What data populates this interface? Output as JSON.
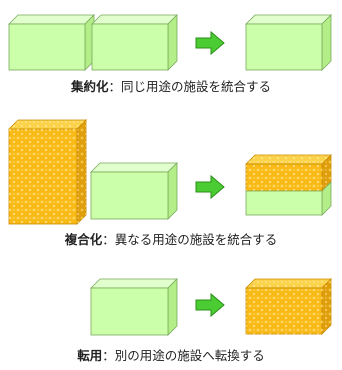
{
  "rows": [
    {
      "term": "集約化",
      "separator": "：",
      "description": "同じ用途の施設を統合する"
    },
    {
      "term": "複合化",
      "separator": "：",
      "description": "異なる用途の施設を統合する"
    },
    {
      "term": "転用",
      "separator": "：",
      "description": "別の用途の施設へ転換する"
    }
  ],
  "colors": {
    "plain_front": "#ccffaa",
    "plain_top": "#e0ffcc",
    "plain_side": "#b4ee88",
    "plain_stroke": "#7aa95c",
    "yellow_front": "#f9b917",
    "yellow_top": "#fcd24a",
    "yellow_side": "#e09e0a",
    "yellow_stroke": "#c98a00",
    "yellow_dots": "#ffe27a",
    "arrow_fill": "#4ccc33",
    "arrow_stroke": "#2b8f1a"
  }
}
